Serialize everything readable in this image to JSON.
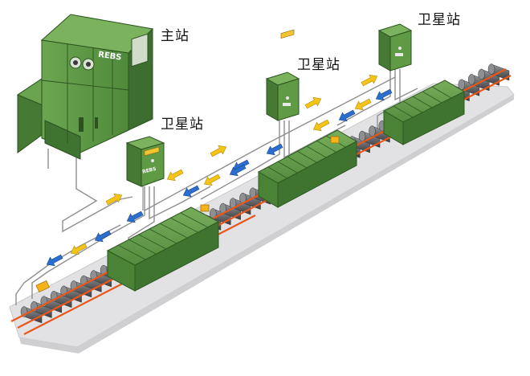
{
  "labels": {
    "main_station": "主站",
    "satellite_1": "卫星站",
    "satellite_2": "卫星站",
    "satellite_3": "卫星站"
  },
  "cabinet_brand": "REBS",
  "satellite_brand": "REBS",
  "colors": {
    "cabinet_green": "#5f9a45",
    "cabinet_dark": "#3f7030",
    "roller_grey": "#6d6f72",
    "bar_orange": "#e8571a",
    "arrow_yellow": "#f5c418",
    "arrow_blue": "#2a6fd0",
    "line_grey": "#8a8a8a",
    "floor": "#e3e3e5"
  }
}
